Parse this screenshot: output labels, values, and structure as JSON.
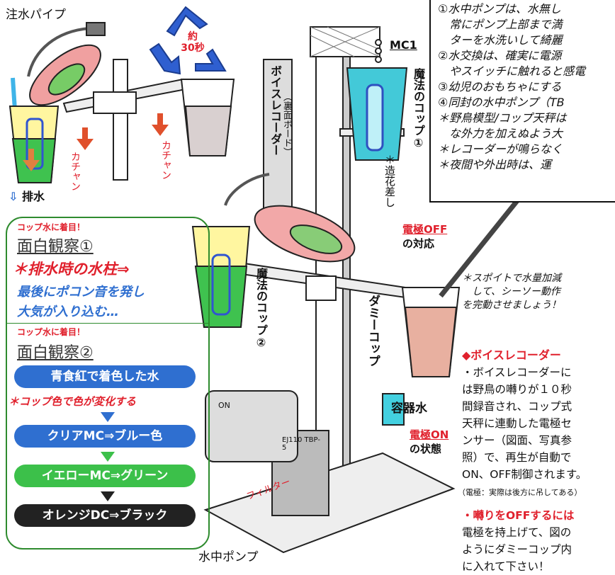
{
  "top_left": {
    "pipe_label": "注水パイプ",
    "cycle_label_1": "約",
    "cycle_label_2": "30秒",
    "click_left": "カチャン",
    "click_right": "カチャン",
    "drain": "排水"
  },
  "board": {
    "label": "ボイスレコーダー",
    "sub_label": "（裏面ボード）",
    "mc1": "MC1",
    "cup1": "魔法のコップ①",
    "cup2": "魔法のコップ②",
    "flower": "＊造花差し",
    "dummy_cup": "ダミーコップ",
    "electrode_off": "電極OFF",
    "electrode_off_suffix": "の対応",
    "container_water": "容器水",
    "electrode_on": "電極ON",
    "electrode_on_suffix": "の状態",
    "pump": "水中ポンプ",
    "filter": "フィルター",
    "switch_on": "ON",
    "pump_tag": "EJ110 TBP-5"
  },
  "dropper_note": [
    "＊スポイトで水量加減",
    "して、シーソー動作",
    "を完動させましょう！"
  ],
  "notes": [
    "①水中ポンプは、水無し",
    "　常にポンプ上部まで満",
    "　ターを水洗いして綺麗",
    "②水交換は、確実に電源",
    "　やスイッチに触れると感電",
    "③幼児のおもちゃにする",
    "④同封の水中ポンプ（TB",
    "＊野鳥模型/コップ天秤は",
    "　な外力を加えぬよう大",
    "＊レコーダーが鳴らなく",
    "＊夜間や外出時は、運"
  ],
  "observe_panel": {
    "tag1": "コップ水に着目！",
    "title1": "面白観察①",
    "sub1": "＊排水時の水柱⇒",
    "body1a": "最後にポコン音を発し",
    "body1b": "大気が入り込む…",
    "tag2": "コップ水に着目！",
    "title2": "面白観察②",
    "pill1": "青食紅で着色した水",
    "sub2": "＊コップ色で色が変化する",
    "pill2": "クリアMC⇒ブルー色",
    "pill3": "イエローMC⇒グリーン",
    "pill4": "オレンジDC⇒ブラック"
  },
  "voice_recorder": {
    "heading": "◆ボイスレコーダー",
    "lines": [
      "・ボイスレコーダーに",
      "は野鳥の囀りが１０秒",
      "間録音され、コップ式",
      "天秤に連動した電極セ",
      "ンサー（図面、写真参",
      "照）で、再生が自動で",
      "ON、OFF制御されます。"
    ],
    "footnote": "（電極：実際は後方に吊してある）",
    "off_heading": "・囀りをOFFするには",
    "off_lines": [
      "電極を持上げて、図の",
      "ようにダミーコップ内",
      "に入れて下さい！"
    ]
  },
  "colors": {
    "red": "#e0202c",
    "blue": "#2f6fd0",
    "green": "#3cc04a",
    "black": "#222222",
    "cyan": "#43c9d8",
    "yellow": "#f0e23a"
  }
}
